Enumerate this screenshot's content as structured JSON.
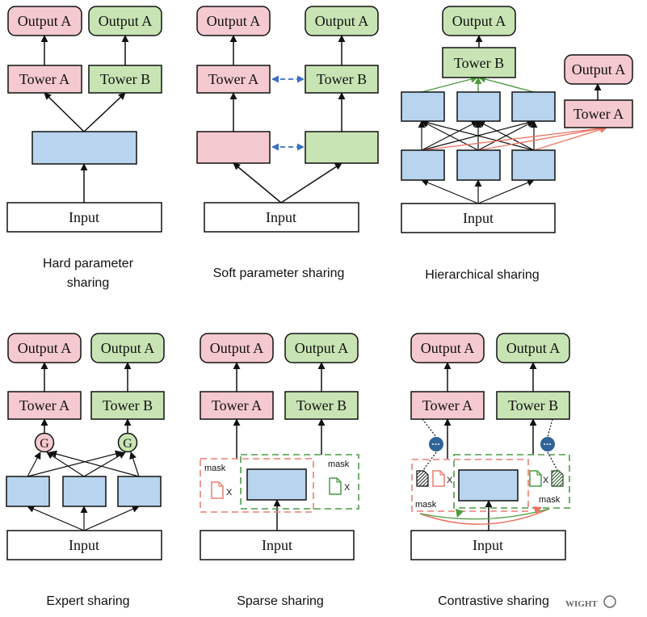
{
  "colors": {
    "pink_fill": "#f4c9cf",
    "green_fill": "#c8e4b4",
    "blue_fill": "#b8d4ee",
    "dashed_blue": "#3a6fc4",
    "red_arrow": "#ec7462",
    "green_arrow": "#4d9a3d",
    "mask_red": "#ea7f72",
    "mask_green": "#4c9c46",
    "dark_blue_dot": "#2e6498"
  },
  "labels": {
    "output_a": "Output A",
    "tower_a": "Tower A",
    "tower_b": "Tower B",
    "input": "Input",
    "gate": "G",
    "mask": "mask",
    "x": "X",
    "watermark": "WIGHT"
  },
  "panels": {
    "hard": {
      "caption_line1": "Hard parameter",
      "caption_line2": "sharing"
    },
    "soft": {
      "caption": "Soft parameter sharing"
    },
    "hier": {
      "caption": "Hierarchical sharing"
    },
    "expert": {
      "caption": "Expert sharing"
    },
    "sparse": {
      "caption": "Sparse sharing"
    },
    "contrast": {
      "caption": "Contrastive sharing"
    }
  }
}
